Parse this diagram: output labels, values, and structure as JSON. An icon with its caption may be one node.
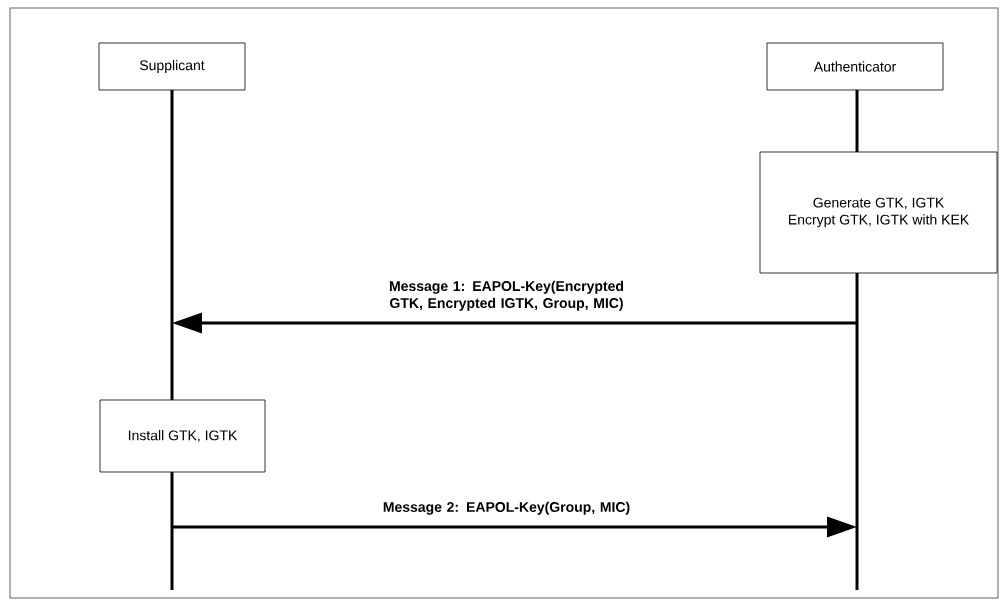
{
  "diagram": {
    "nodes": [
      {
        "text": [
          "Supplicant"
        ]
      },
      {
        "text": [
          "Authenticator"
        ]
      },
      {
        "text": [
          "Generate GTK, IGTK",
          "Encrypt GTK, IGTK with KEK"
        ]
      },
      {
        "text": [
          "Install GTK, IGTK"
        ]
      }
    ],
    "edges": [
      {
        "from": 1,
        "to": 0,
        "arrow": "to",
        "label": "Message 1: EAPOL-Key(Encrypted GTK, Encrypted IGTK, Group, MIC)"
      },
      {
        "from": 0,
        "to": 1,
        "arrow": "to",
        "label": "Message 2: EAPOL-Key(Group, MIC)"
      }
    ]
  }
}
